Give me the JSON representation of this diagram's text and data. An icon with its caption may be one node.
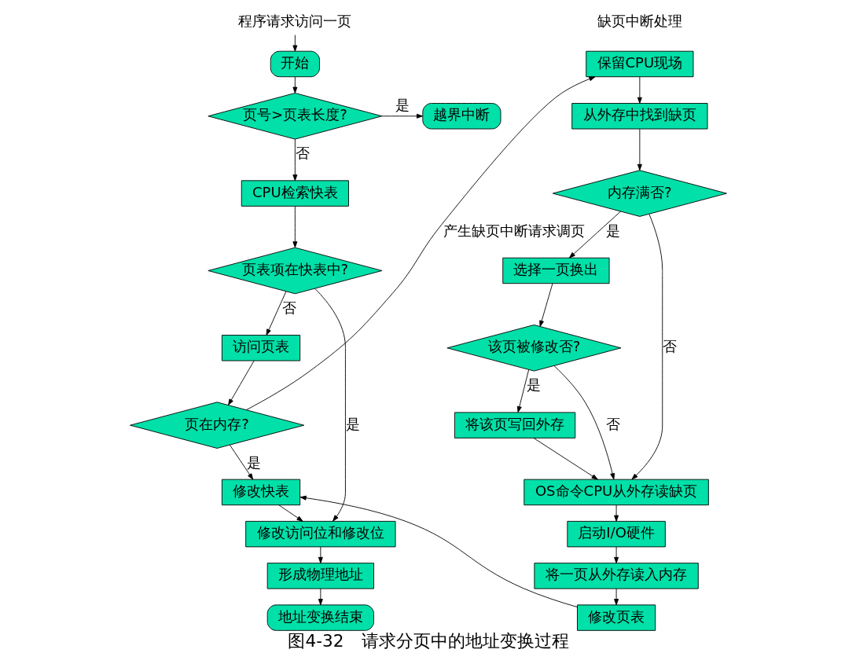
{
  "diagram": {
    "caption": "图4-32　请求分页中的地址变换过程",
    "nodes": [
      {
        "text": [
          "程序请求访问一页"
        ]
      },
      {
        "text": [
          "开始"
        ]
      },
      {
        "text": [
          "页号>页表长度?"
        ]
      },
      {
        "text": [
          "越界中断"
        ]
      },
      {
        "text": [
          "CPU检索快表"
        ]
      },
      {
        "text": [
          "页表项在快表中?"
        ]
      },
      {
        "text": [
          "访问页表"
        ]
      },
      {
        "text": [
          "页在内存?"
        ]
      },
      {
        "text": [
          "修改快表"
        ]
      },
      {
        "text": [
          "修改访问位和修改位"
        ]
      },
      {
        "text": [
          "形成物理地址"
        ]
      },
      {
        "text": [
          "地址变换结束"
        ]
      },
      {
        "text": [
          "保留CPU现场"
        ]
      },
      {
        "text": [
          "从外存中找到缺页"
        ]
      },
      {
        "text": [
          "内存满否?"
        ]
      },
      {
        "text": [
          "选择一页换出"
        ]
      },
      {
        "text": [
          "该页被修改否?"
        ]
      },
      {
        "text": [
          "将该页写回外存"
        ]
      },
      {
        "text": [
          "OS命令CPU从外存读缺页"
        ]
      },
      {
        "text": [
          "启动I/O硬件"
        ]
      },
      {
        "text": [
          "将一页从外存读入内存"
        ]
      },
      {
        "text": [
          "修改页表"
        ]
      }
    ],
    "edges": [
      {
        "from": 0,
        "to": 1,
        "arrow": "to"
      },
      {
        "from": 1,
        "to": 2,
        "arrow": "to"
      },
      {
        "from": 2,
        "to": 3,
        "arrow": "to",
        "label": "是"
      },
      {
        "from": 2,
        "to": 4,
        "arrow": "to",
        "label": "否"
      },
      {
        "from": 4,
        "to": 5,
        "arrow": "to"
      },
      {
        "from": 5,
        "to": 6,
        "arrow": "to",
        "label": "否"
      },
      {
        "from": 5,
        "to": 9,
        "arrow": "to",
        "label": "是"
      },
      {
        "from": 6,
        "to": 7,
        "arrow": "to"
      },
      {
        "from": 7,
        "to": 8,
        "arrow": "to",
        "label": "是"
      },
      {
        "from": 7,
        "to": 12,
        "arrow": "to",
        "label": "产生缺页中断请求调页"
      },
      {
        "from": 8,
        "to": 9,
        "arrow": "to"
      },
      {
        "from": 9,
        "to": 10,
        "arrow": "to"
      },
      {
        "from": 10,
        "to": 11,
        "arrow": "to"
      },
      {
        "from": 12,
        "to": 13,
        "arrow": "to"
      },
      {
        "from": 13,
        "to": 14,
        "arrow": "to"
      },
      {
        "from": 14,
        "to": 15,
        "arrow": "to",
        "label": "是"
      },
      {
        "from": 14,
        "to": 18,
        "arrow": "to",
        "label": "否"
      },
      {
        "from": 15,
        "to": 16,
        "arrow": "to"
      },
      {
        "from": 16,
        "to": 17,
        "arrow": "to",
        "label": "是"
      },
      {
        "from": 16,
        "to": 18,
        "arrow": "to",
        "label": "否"
      },
      {
        "from": 17,
        "to": 18,
        "arrow": "to"
      },
      {
        "from": 18,
        "to": 19,
        "arrow": "to"
      },
      {
        "from": 19,
        "to": 20,
        "arrow": "to"
      },
      {
        "from": 20,
        "to": 21,
        "arrow": "to"
      },
      {
        "from": 21,
        "to": 8,
        "arrow": "to"
      }
    ],
    "labels": [
      "缺页中断处理"
    ]
  }
}
